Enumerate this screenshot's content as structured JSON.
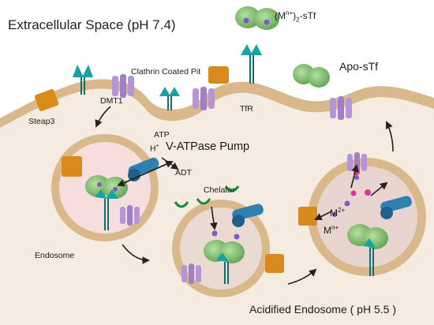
{
  "labels": {
    "title": "Extracellular Space  (pH 7.4)",
    "holo_prefix": "(M",
    "holo_sup": "n+",
    "holo_mid": ")",
    "holo_sub": "2",
    "holo_suffix": "-sTf",
    "clathrin": "Clathrin Coated Pit",
    "apo": "Apo-sTf",
    "dmt1": "DMT1",
    "tfr": "TfR",
    "steap3": "Steap3",
    "atp": "ATP",
    "h_plus": "H",
    "h_sup": "+",
    "pump": "V-ATPase Pump",
    "adt": "ADT",
    "chelator": "Chelator",
    "m2_prefix": "M",
    "m2_sup": "2+",
    "mn_prefix": "M",
    "mn_sup": "n+",
    "endosome": "Endosome",
    "acidified": "Acidified Endosome ( pH 5.5 )"
  },
  "colors": {
    "membrane_outer": "#d9b98c",
    "cytoplasm": "#f5ebe0",
    "endosome_lumen": "#f7dede",
    "acid_lumen": "#e8d5cf",
    "dmt1": "#b695d6",
    "steap3": "#d98a1c",
    "vatpase": "#2f7fb0",
    "transferrin": "#7fb86a",
    "tfr": "#17a3a3",
    "metal": "#7a5cc8",
    "proton": "#d23a9a",
    "chelator": "#1d8a3a"
  }
}
